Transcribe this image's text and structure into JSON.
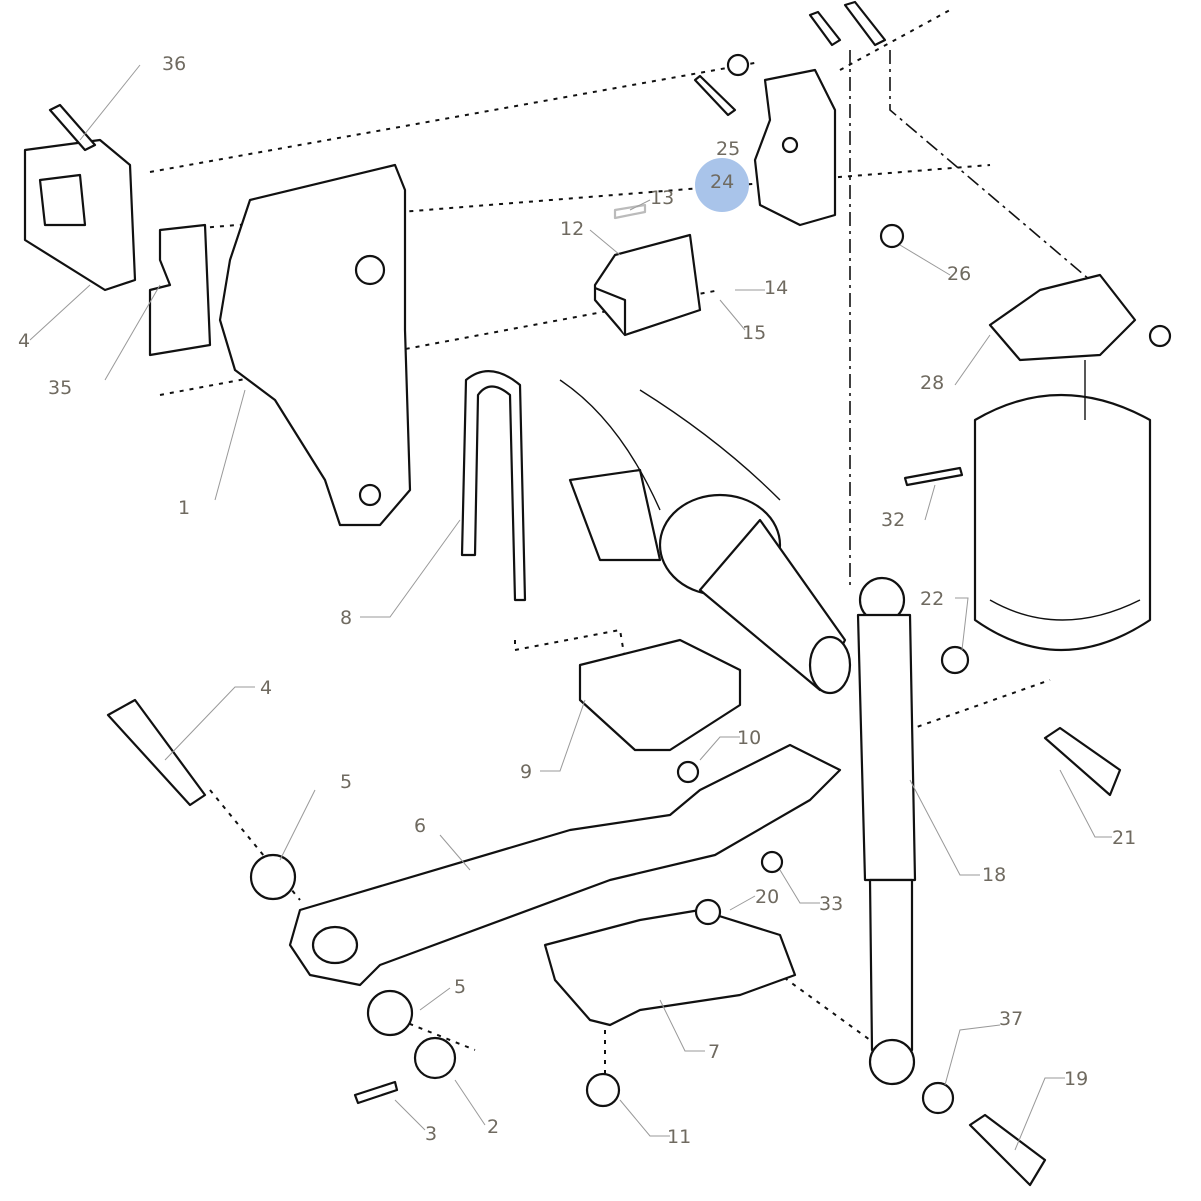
{
  "diagram": {
    "highlighted_part": "24",
    "highlight_color": "#a9c4ea",
    "callouts": [
      {
        "id": "c36",
        "text": "36"
      },
      {
        "id": "c4a",
        "text": "4"
      },
      {
        "id": "c35",
        "text": "35"
      },
      {
        "id": "c1",
        "text": "1"
      },
      {
        "id": "c13",
        "text": "13"
      },
      {
        "id": "c12",
        "text": "12"
      },
      {
        "id": "c14",
        "text": "14"
      },
      {
        "id": "c15",
        "text": "15"
      },
      {
        "id": "c25",
        "text": "25"
      },
      {
        "id": "c24",
        "text": "24"
      },
      {
        "id": "c26",
        "text": "26"
      },
      {
        "id": "c28",
        "text": "28"
      },
      {
        "id": "c32",
        "text": "32"
      },
      {
        "id": "c22",
        "text": "22"
      },
      {
        "id": "c8",
        "text": "8"
      },
      {
        "id": "c4b",
        "text": "4"
      },
      {
        "id": "c10",
        "text": "10"
      },
      {
        "id": "c9",
        "text": "9"
      },
      {
        "id": "c5a",
        "text": "5"
      },
      {
        "id": "c6",
        "text": "6"
      },
      {
        "id": "c21",
        "text": "21"
      },
      {
        "id": "c18",
        "text": "18"
      },
      {
        "id": "c20",
        "text": "20"
      },
      {
        "id": "c33",
        "text": "33"
      },
      {
        "id": "c5b",
        "text": "5"
      },
      {
        "id": "c37",
        "text": "37"
      },
      {
        "id": "c7",
        "text": "7"
      },
      {
        "id": "c19",
        "text": "19"
      },
      {
        "id": "c3",
        "text": "3"
      },
      {
        "id": "c2",
        "text": "2"
      },
      {
        "id": "c11",
        "text": "11"
      }
    ]
  }
}
